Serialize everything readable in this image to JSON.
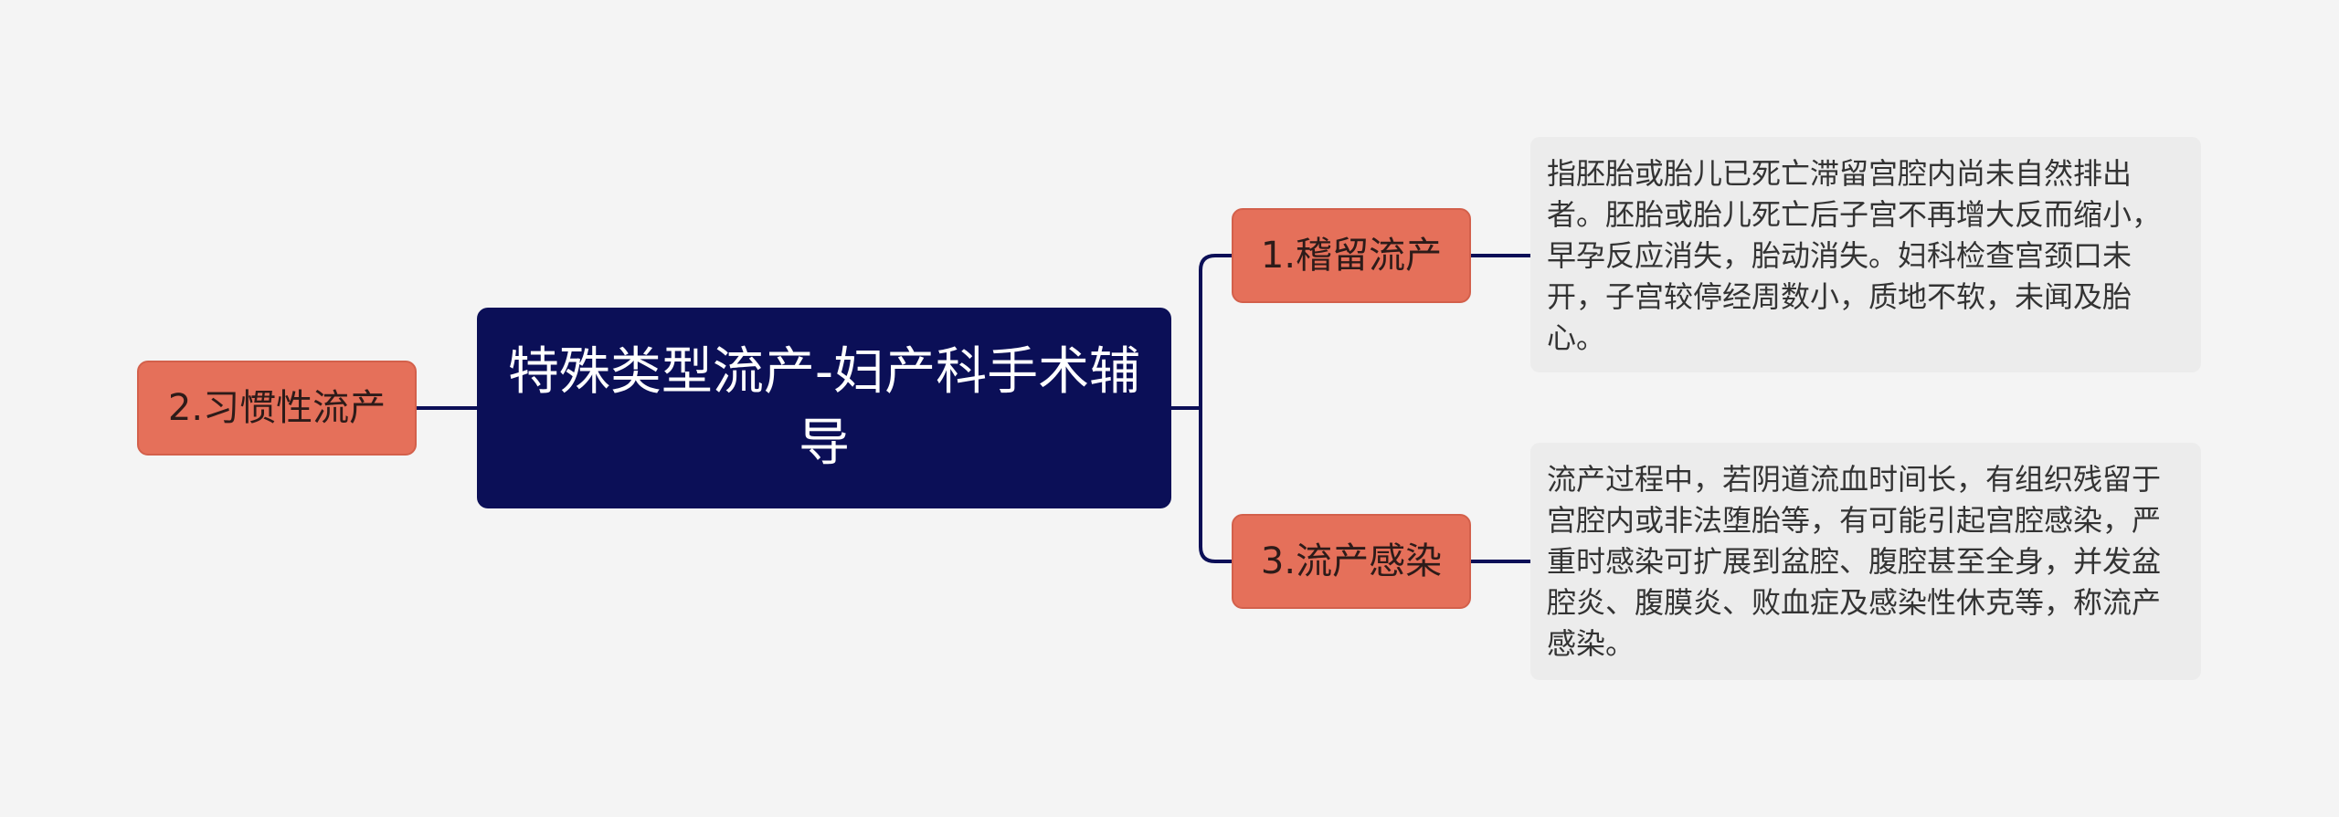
{
  "root": {
    "label": "特殊类型流产-妇产科手术辅导"
  },
  "branches": [
    {
      "label": "1.稽留流产",
      "detail": "指胚胎或胎儿已死亡滞留宫腔内尚未自然排出者。胚胎或胎儿死亡后子宫不再增大反而缩小，早孕反应消失，胎动消失。妇科检查宫颈口未开，子宫较停经周数小，质地不软，未闻及胎心。"
    },
    {
      "label": "2.习惯性流产"
    },
    {
      "label": "3.流产感染",
      "detail": "流产过程中，若阴道流血时间长，有组织残留于宫腔内或非法堕胎等，有可能引起宫腔感染，严重时感染可扩展到盆腔、腹腔甚至全身，并发盆腔炎、腹膜炎、败血症及感染性休克等，称流产感染。"
    }
  ],
  "colors": {
    "background": "#f4f4f4",
    "root_fill": "#0b0f57",
    "root_text": "#ffffff",
    "branch_fill": "#e5705a",
    "branch_text": "#2d1b19",
    "detail_fill": "#ececec",
    "detail_text": "#333333",
    "connector": "#0b0f57"
  }
}
